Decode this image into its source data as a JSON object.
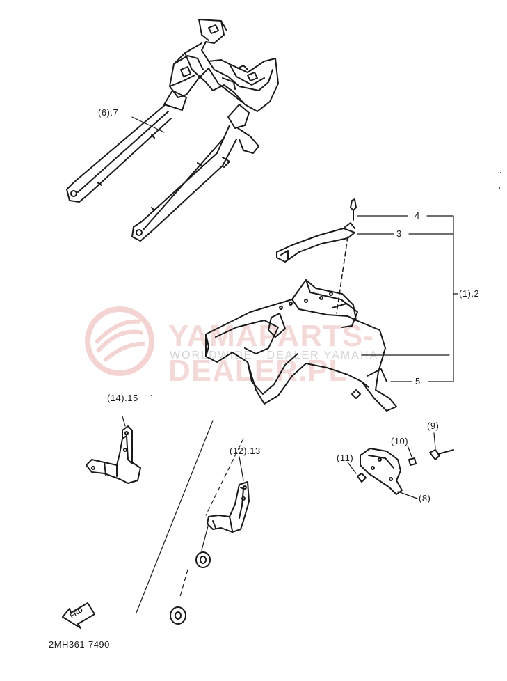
{
  "callouts": {
    "c6_7": "(6).7",
    "c4": "4",
    "c3": "3",
    "c1_2": "(1).2",
    "c5": "5",
    "c14_15": "(14).15",
    "c12_13": "(12).13",
    "c9": "(9)",
    "c10": "(10)",
    "c11": "(11)",
    "c8": "(8)"
  },
  "watermark": {
    "main": "YAMAPARTS-DEALER.PL",
    "sub": "WORLDWIDE · DEALER YAMAHA"
  },
  "diagram_code": "2MH361-7490",
  "fwd_label": "FRD"
}
